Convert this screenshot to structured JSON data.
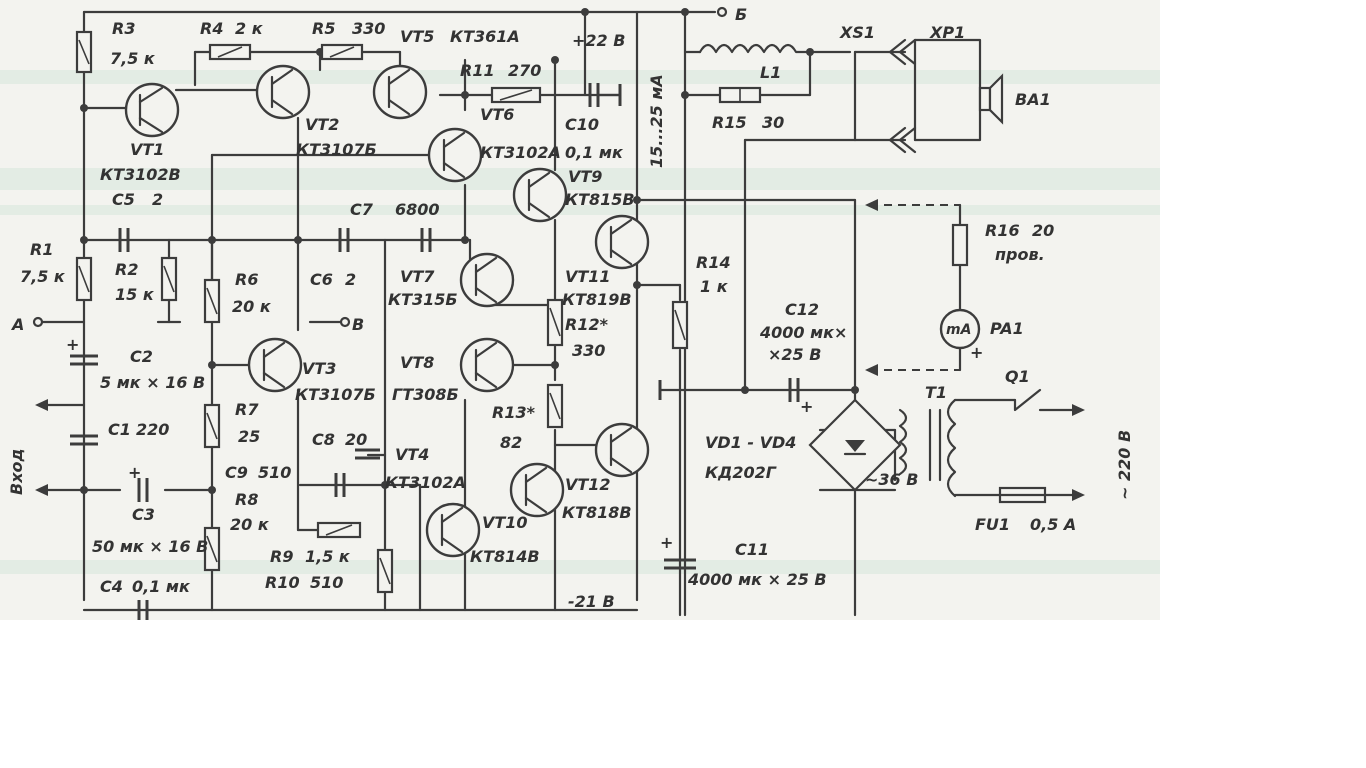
{
  "schematic": {
    "background_color": "#f3f3ef",
    "ink_color": "#3c3c3c",
    "labels": {
      "R3": "R3",
      "R3_val": "7,5 к",
      "R4": "R4",
      "R4_val": "2 к",
      "R5_top": "R5",
      "R5_top_val": "330",
      "VT5": "VT5",
      "VT5_type": "КТ361А",
      "plus22": "+22 В",
      "R11": "R11",
      "R11_val": "270",
      "L1": "L1",
      "R15": "R15",
      "R15_val": "30",
      "XS1": "XS1",
      "XP1": "XP1",
      "BA1": "BA1",
      "B_term": "Б",
      "VT1": "VT1",
      "VT1_type": "КТ3102В",
      "VT2": "VT2",
      "VT2_type": "КТ3107Б",
      "VT6": "VT6",
      "VT6_type": "КТ3102А",
      "C10": "C10",
      "C10_val": "0,1 мк",
      "bias_current": "15...25 мА",
      "VT9": "VT9",
      "VT9_type": "КТ815В",
      "C5": "C5",
      "C5_val": "2",
      "C7": "C7",
      "C7_val": "6800",
      "R16": "R16",
      "R16_val": "20",
      "R16_note": "пров.",
      "R1": "R1",
      "R1_val": "7,5 к",
      "R2": "R2",
      "R2_val": "15 к",
      "R6": "R6",
      "R6_val": "20 к",
      "C6": "C6",
      "C6_val": "2",
      "VT7": "VT7",
      "VT7_type": "КТ315Б",
      "VT11": "VT11",
      "VT11_type": "КТ819В",
      "R14": "R14",
      "R14_val": "1 к",
      "A_term": "А",
      "B_small": "В",
      "R12": "R12*",
      "R12_val": "330",
      "C12": "C12",
      "C12_val1": "4000 мк×",
      "C12_val2": "×25 В",
      "PA1": "PA1",
      "mA": "mA",
      "C2": "C2",
      "C2_val": "5 мк × 16 В",
      "VT3": "VT3",
      "VT3_type": "КТ3107Б",
      "VT8": "VT8",
      "VT8_type": "ГТ308Б",
      "T1": "T1",
      "Q1": "Q1",
      "C1": "C1",
      "C1_val": "220",
      "R7": "R7",
      "R7_val": "25",
      "C8": "C8",
      "C8_val": "20",
      "VT4": "VT4",
      "VT4_type": "КТ3102А",
      "R13": "R13*",
      "R13_val": "82",
      "VD": "VD1 - VD4",
      "VD_type": "КД202Г",
      "input": "Вход",
      "C9": "C9",
      "C9_val": "510",
      "volt36": "~36 В",
      "mains": "~ 220 В",
      "C3": "C3",
      "C3_val": "50 мк × 16 В",
      "R8": "R8",
      "R8_val": "20 к",
      "VT12": "VT12",
      "VT12_type": "КТ818В",
      "FU1": "FU1",
      "FU1_val": "0,5 А",
      "R9": "R9",
      "R9_val": "1,5 к",
      "R10": "R10",
      "R10_val": "510",
      "VT10": "VT10",
      "VT10_type": "КТ814В",
      "C11": "C11",
      "C11_val": "4000 мк × 25 В",
      "C4": "C4",
      "C4_val": "0,1 мк",
      "minus21": "-21 В"
    }
  }
}
